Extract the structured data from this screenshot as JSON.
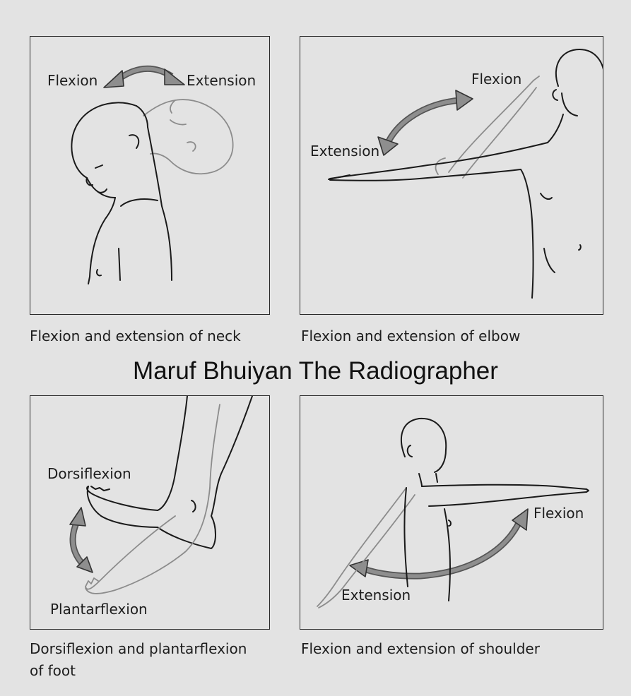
{
  "watermark": "Maruf Bhuiyan The Radiographer",
  "panels": {
    "neck": {
      "label_flexion": "Flexion",
      "label_extension": "Extension",
      "caption": "Flexion and extension of neck"
    },
    "elbow": {
      "label_flexion": "Flexion",
      "label_extension": "Extension",
      "caption": "Flexion and extension of elbow"
    },
    "foot": {
      "label_dorsiflexion": "Dorsiflexion",
      "label_plantarflexion": "Plantarflexion",
      "caption": "Dorsiflexion and plantarflexion of foot"
    },
    "shoulder": {
      "label_flexion": "Flexion",
      "label_extension": "Extension",
      "caption": "Flexion and extension of shoulder"
    }
  },
  "colors": {
    "background": "#e3e3e3",
    "ink": "#1a1a1a",
    "ghost_limb": "#8c8c8c",
    "arrow_fill": "#8e8e8e"
  }
}
